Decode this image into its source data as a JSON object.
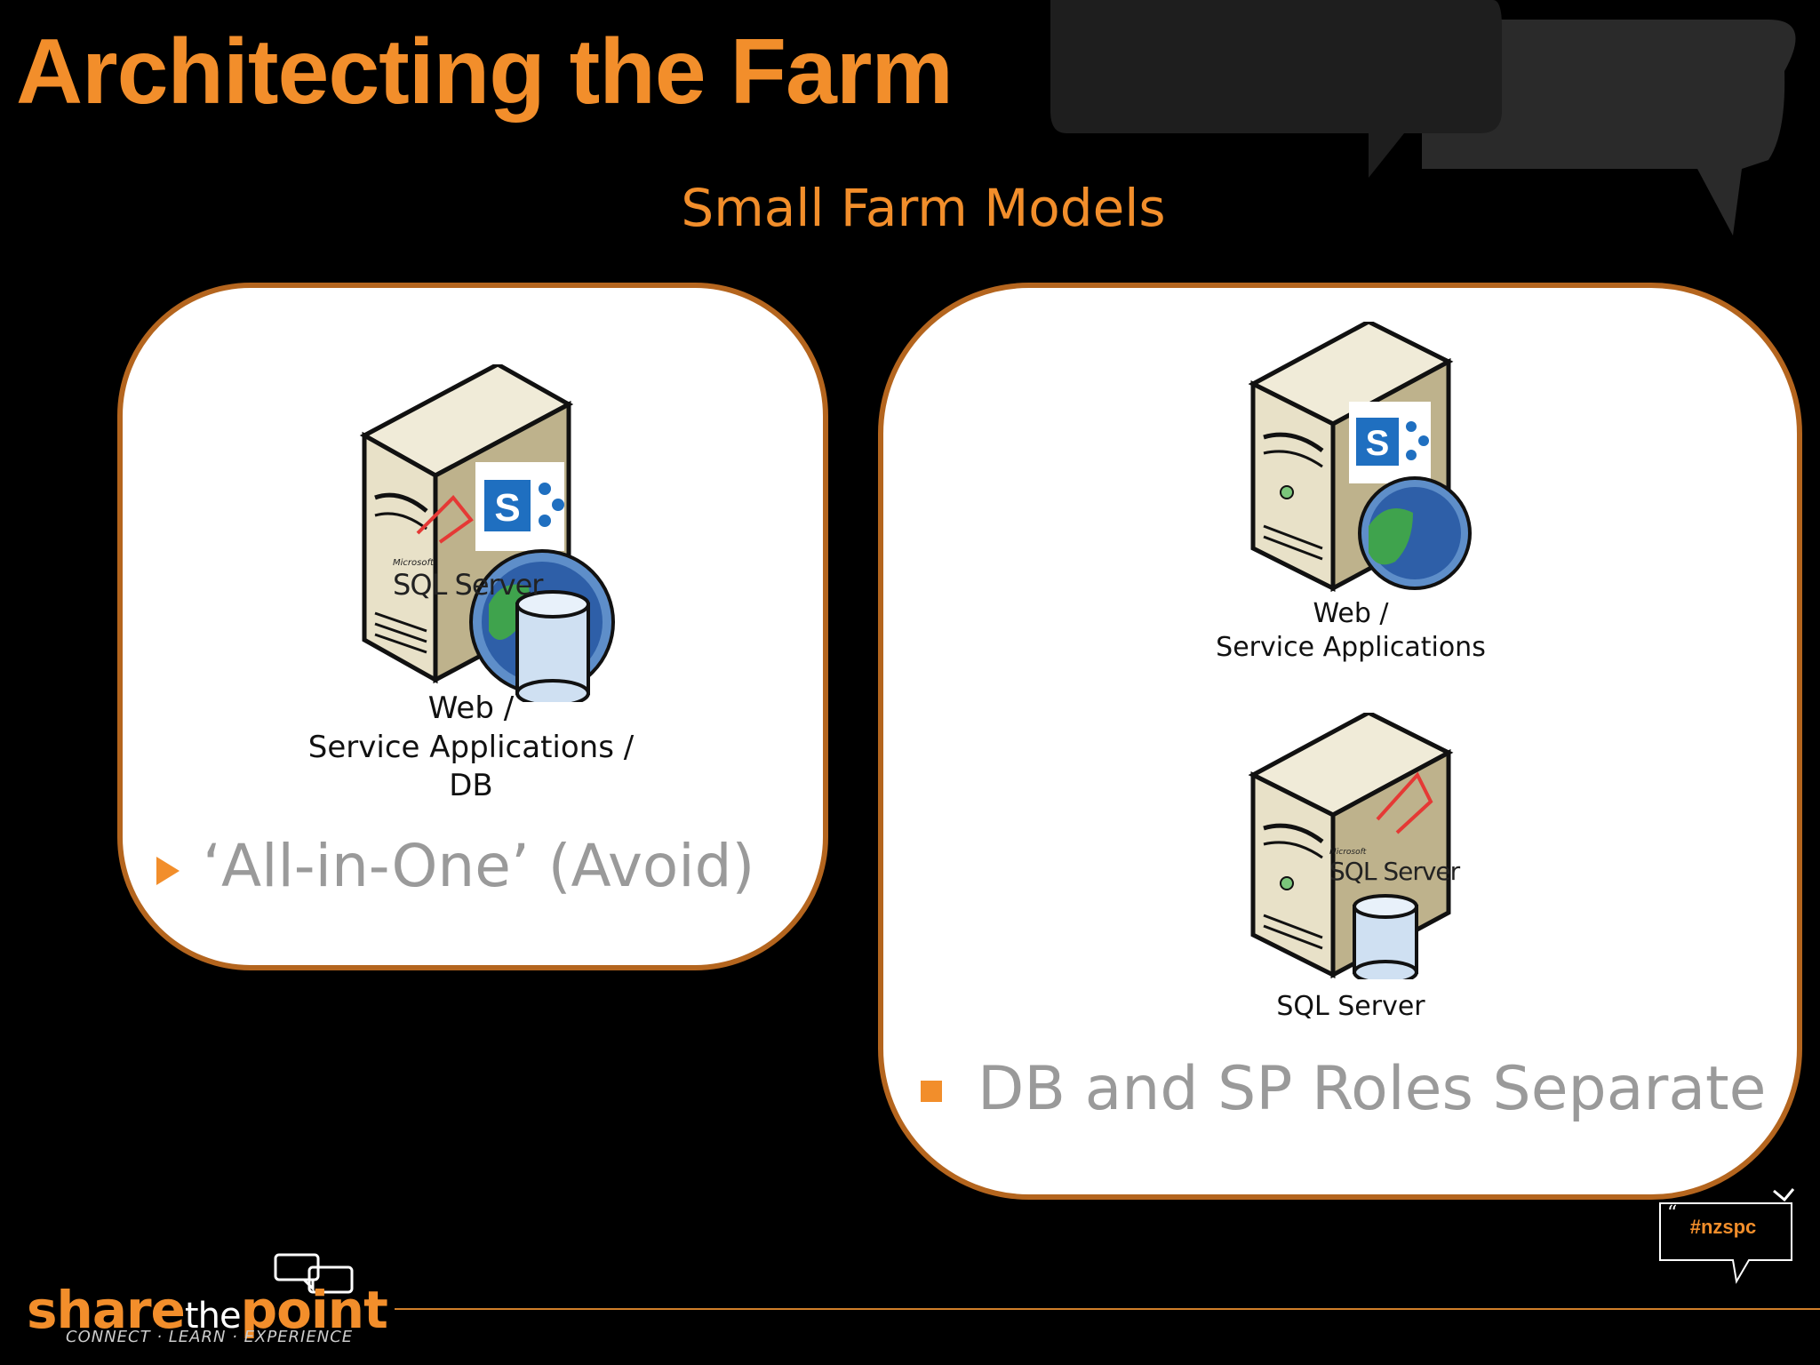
{
  "slide": {
    "title": "Architecting the Farm",
    "subtitle": "Small Farm Models"
  },
  "left_panel": {
    "caption_lines": [
      "Web /",
      "Service Applications /",
      "DB"
    ],
    "bullet": "‘All-in-One’ (Avoid)",
    "server_badges": [
      "Microsoft",
      "SQL Server"
    ]
  },
  "right_panel": {
    "web_server": {
      "caption_lines": [
        "Web /",
        "Service Applications"
      ]
    },
    "sql_server": {
      "badge_small": "Microsoft",
      "badge": "SQL Server",
      "caption": "SQL Server"
    },
    "bullet": "DB and SP Roles Separate"
  },
  "footer": {
    "logo_parts": [
      "share",
      "the",
      "point"
    ],
    "tagline": "CONNECT · LEARN · EXPERIENCE",
    "hashtag": "#nzspc"
  },
  "colors": {
    "accent": "#F28E2B",
    "panel_border": "#B4651E",
    "background": "#000000",
    "bullet_text": "#9A9A9A"
  }
}
